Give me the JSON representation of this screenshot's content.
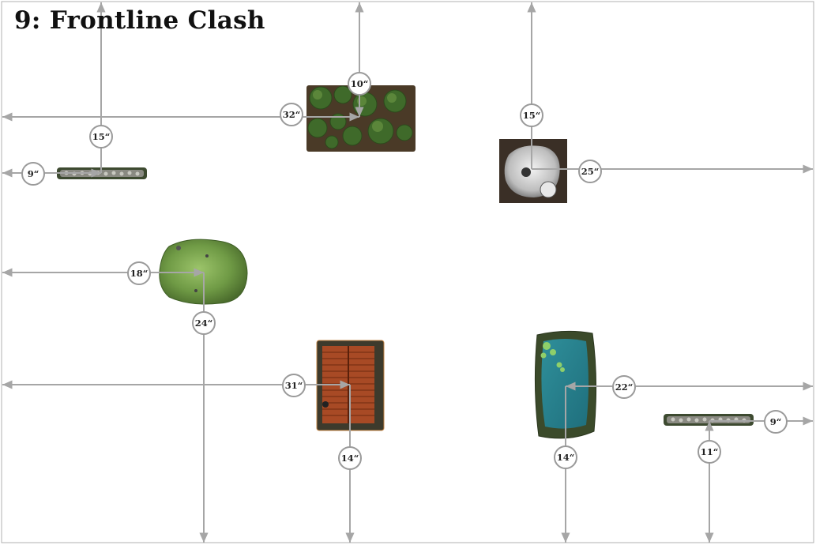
{
  "title": "9: Frontline Clash",
  "colors": {
    "guide_line": "#a6a6a6",
    "badge_stroke": "#9a9a9a",
    "badge_fill": "#ffffff",
    "border": "#b0b0b0"
  },
  "terrain": [
    {
      "name": "forest",
      "icon": "forest-icon"
    },
    {
      "name": "rock-outcrop",
      "icon": "rock-icon"
    },
    {
      "name": "wall-north-west",
      "icon": "stone-wall-icon"
    },
    {
      "name": "hill",
      "icon": "hill-icon"
    },
    {
      "name": "farmhouse",
      "icon": "house-icon"
    },
    {
      "name": "pond",
      "icon": "pond-icon"
    },
    {
      "name": "wall-south-east",
      "icon": "stone-wall-icon"
    }
  ],
  "measurements": {
    "forest_top": "10“",
    "forest_left": "32“",
    "rock_top": "15“",
    "rock_right": "25“",
    "wall_nw_top": "15“",
    "wall_nw_left": "9“",
    "hill_left": "18“",
    "hill_bottom": "24“",
    "house_left": "31“",
    "house_bottom": "14“",
    "pond_right": "22“",
    "pond_bottom": "14“",
    "wall_se_right": "9“",
    "wall_se_bottom": "11“"
  }
}
